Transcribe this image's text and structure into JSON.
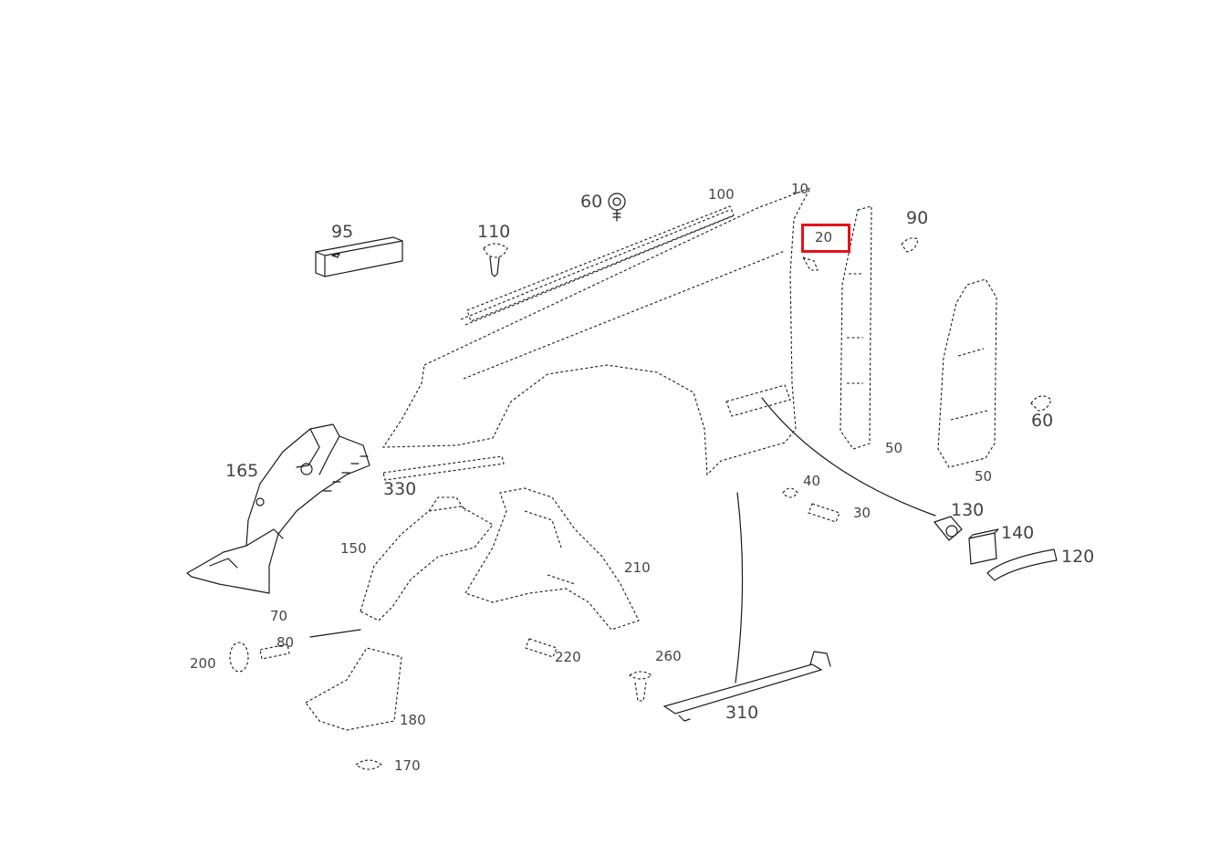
{
  "highlight_color": "#e8101a",
  "callouts": {
    "c95": "95",
    "c110": "110",
    "c60_top": "60",
    "c100": "100",
    "c10": "10",
    "c20": "20",
    "c90": "90",
    "c60_right": "60",
    "c50_a": "50",
    "c50_b": "50",
    "c165": "165",
    "c330": "330",
    "c40": "40",
    "c30": "30",
    "c130": "130",
    "c140": "140",
    "c120": "120",
    "c150": "150",
    "c210": "210",
    "c70": "70",
    "c200": "200",
    "c80": "80",
    "c220": "220",
    "c260": "260",
    "c310": "310",
    "c180": "180",
    "c170": "170"
  },
  "highlighted_part": "20"
}
